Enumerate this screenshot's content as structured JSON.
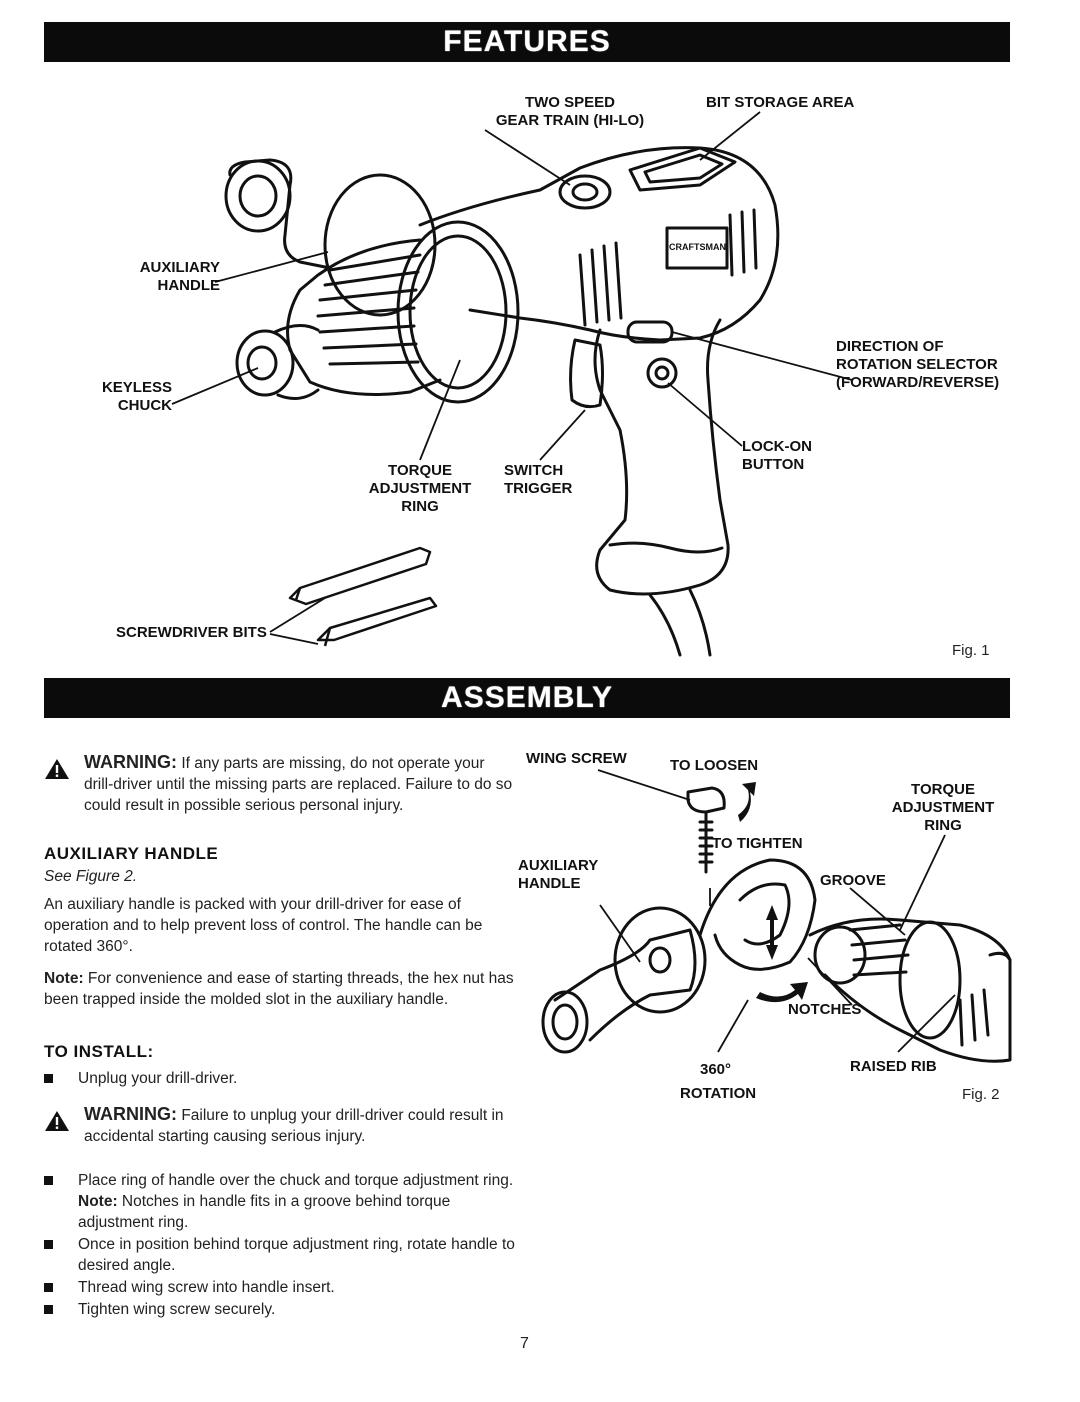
{
  "banners": {
    "features": "FEATURES",
    "assembly": "ASSEMBLY"
  },
  "fig1": {
    "two_speed": "TWO SPEED\nGEAR TRAIN (HI-LO)",
    "bit_storage": "BIT STORAGE AREA",
    "aux_handle": "AUXILIARY\nHANDLE",
    "keyless_chuck": "KEYLESS\nCHUCK",
    "direction": "DIRECTION OF\nROTATION SELECTOR\n(FORWARD/REVERSE)",
    "lock_on": "LOCK-ON\nBUTTON",
    "torque_ring": "TORQUE\nADJUSTMENT\nRING",
    "switch_trigger": "SWITCH\nTRIGGER",
    "screwdriver_bits": "SCREWDRIVER BITS",
    "brand": "CRAFTSMAN",
    "caption": "Fig. 1"
  },
  "fig2": {
    "wing_screw": "WING SCREW",
    "to_loosen": "TO LOOSEN",
    "torque_ring": "TORQUE\nADJUSTMENT\nRING",
    "to_tighten": "TO TIGHTEN",
    "aux_handle": "AUXILIARY\nHANDLE",
    "groove": "GROOVE",
    "notches": "NOTCHES",
    "rotation_deg": "360°",
    "rotation": "ROTATION",
    "raised_rib": "RAISED RIB",
    "caption": "Fig. 2"
  },
  "assembly": {
    "warning1_word": "WARNING:",
    "warning1_text": "If any parts are missing, do not operate your drill-driver until the missing parts are replaced. Failure to do so could result in possible serious personal injury.",
    "aux_heading": "AUXILIARY HANDLE",
    "see_figure": "See Figure 2.",
    "para1": "An auxiliary handle is packed with your drill-driver for ease of operation and to help prevent loss of control. The handle can be rotated 360°.",
    "note_label": "Note:",
    "note_text": "For convenience and ease of starting threads, the hex nut has been trapped inside the molded slot in the auxiliary handle.",
    "install_heading": "TO INSTALL:",
    "bullet_unplug": "Unplug your drill-driver.",
    "warning2_word": "WARNING:",
    "warning2_text": "Failure to unplug your drill-driver could result in accidental starting causing serious injury.",
    "bullet_place_a": "Place ring of handle over the chuck and torque adjustment ring.",
    "bullet_place_note": "Note:",
    "bullet_place_b": "Notches in handle fits in a groove behind torque adjustment ring.",
    "bullet_once": "Once in position behind torque adjustment ring, rotate handle to desired angle.",
    "bullet_thread": "Thread wing screw into handle insert.",
    "bullet_tighten": "Tighten wing screw securely."
  },
  "page_number": "7"
}
